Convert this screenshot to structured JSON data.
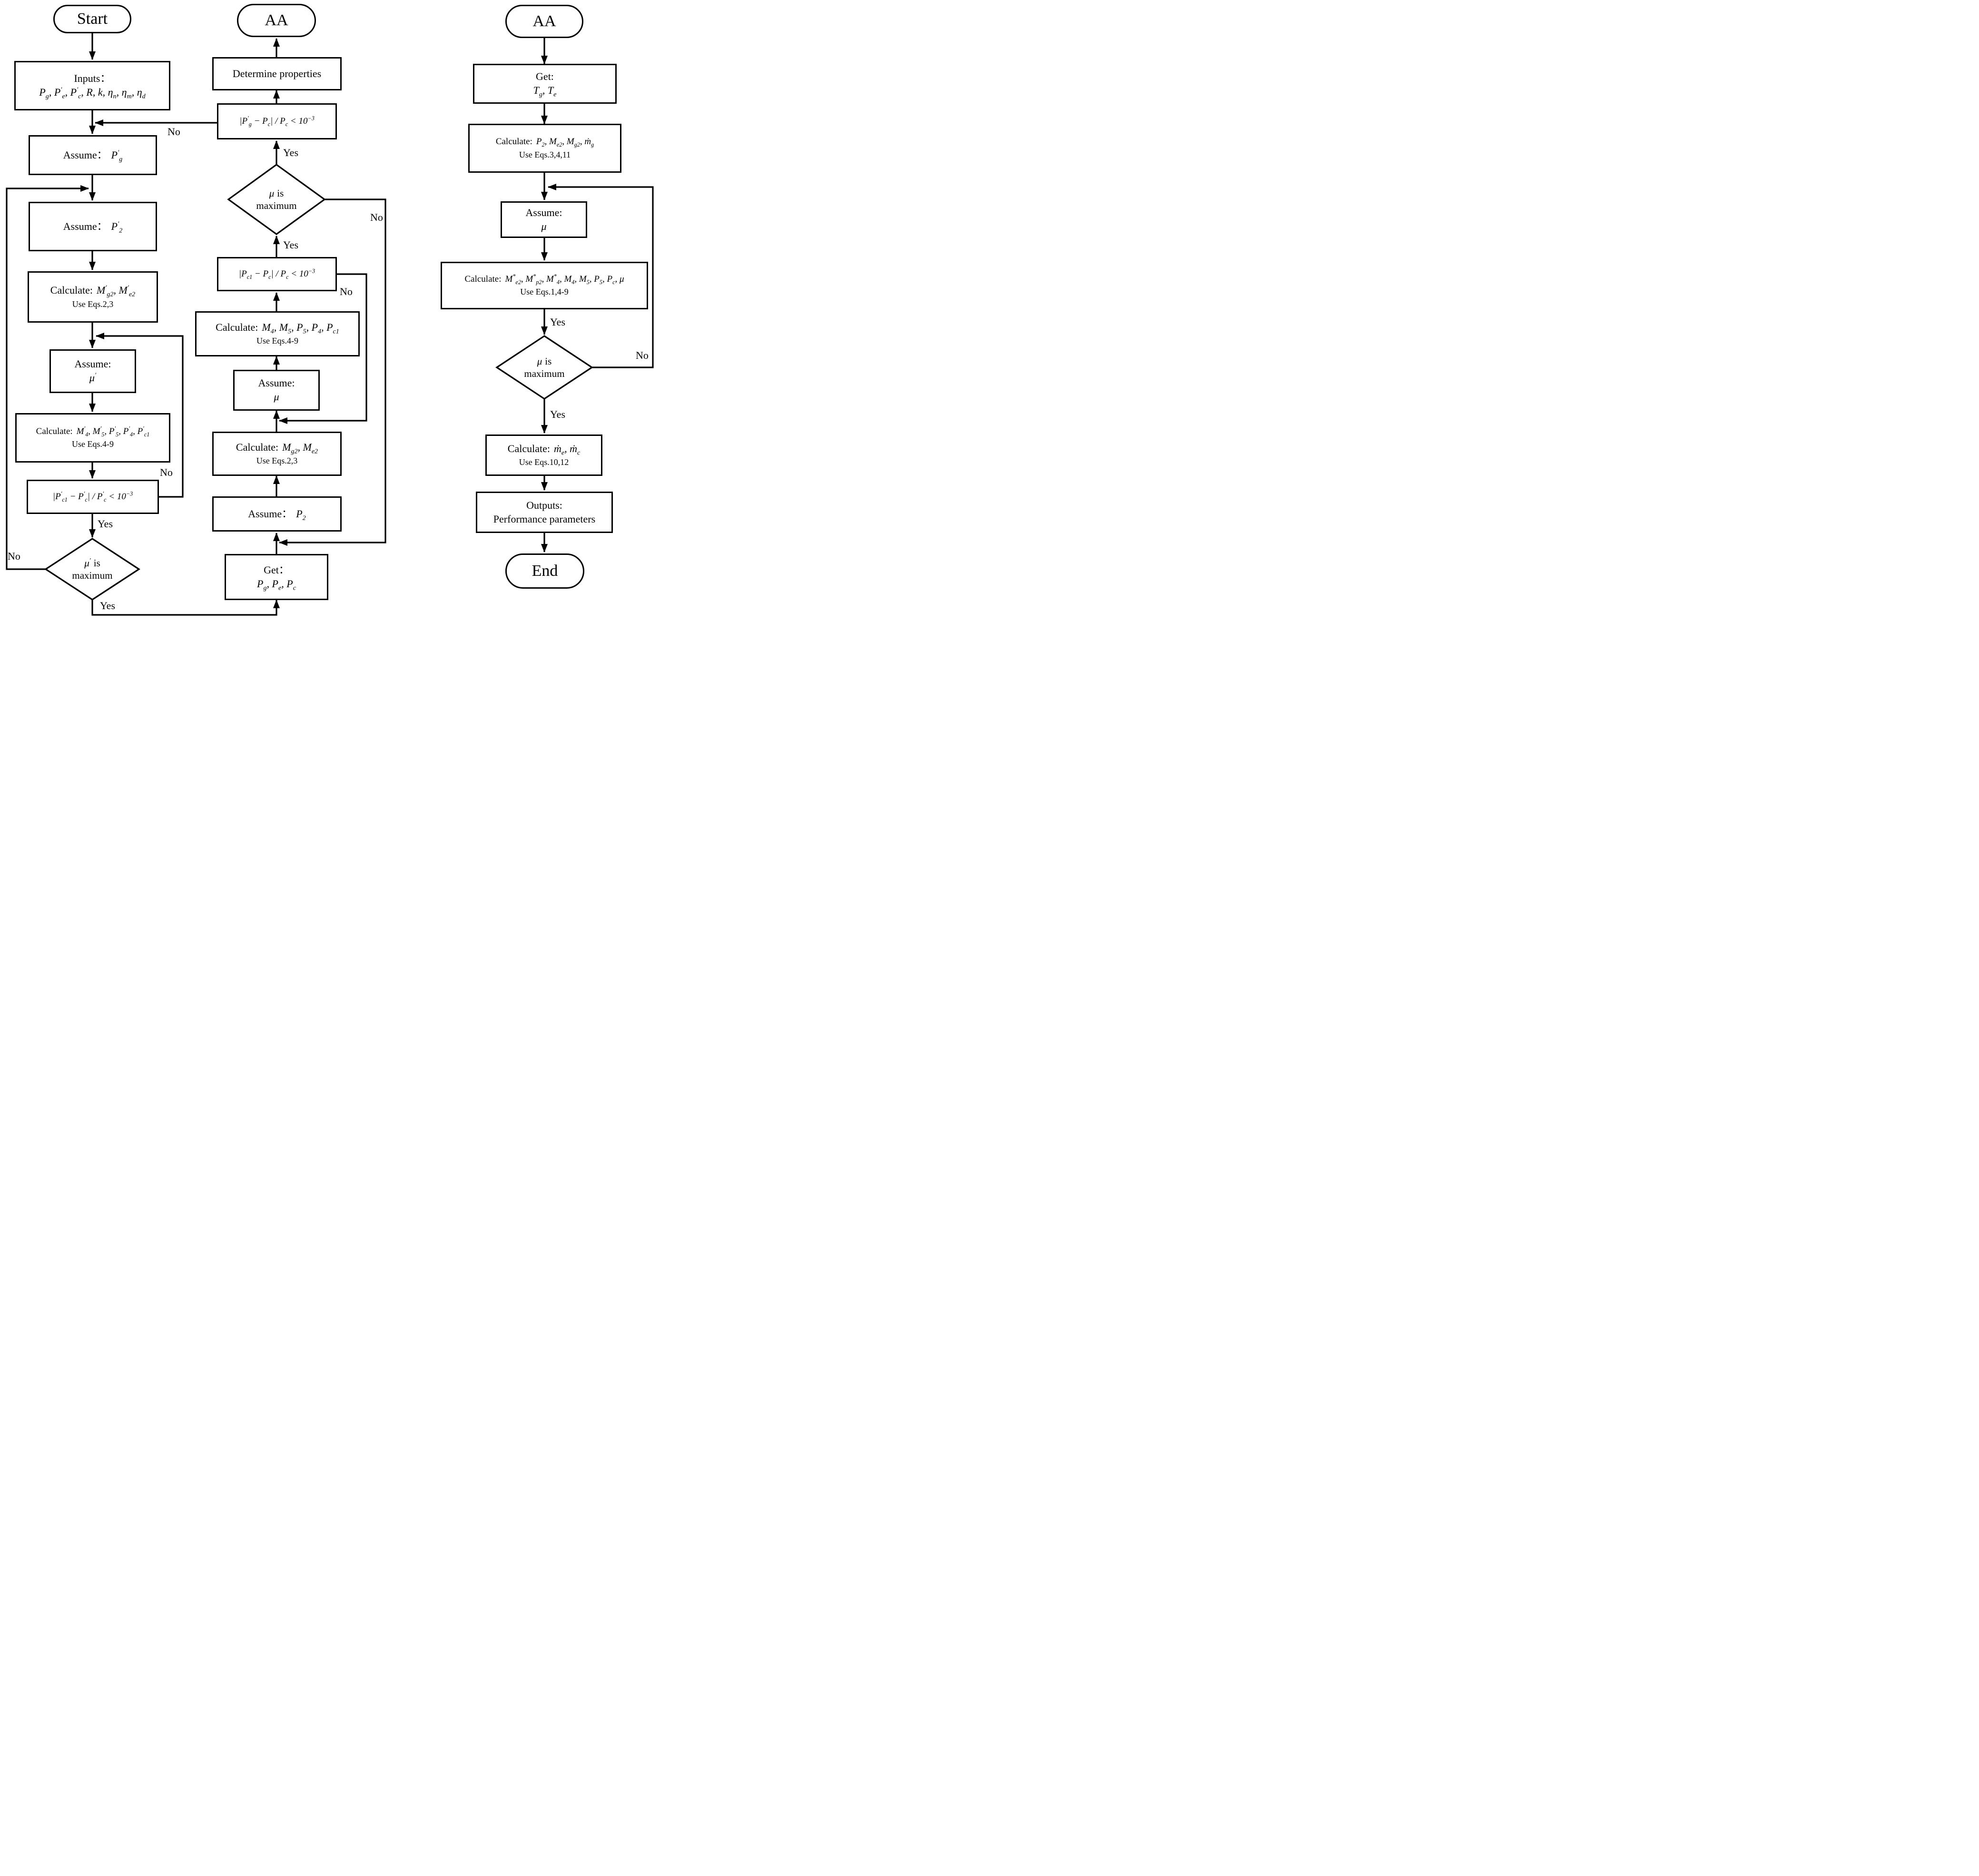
{
  "edge_labels": {
    "yes": "Yes",
    "no": "No"
  },
  "nodes": {
    "start": {
      "text": "Start"
    },
    "inputs": {
      "label": "Inputs：",
      "math": "P_{g}, P^{′}_{e}, P^{′}_{c}, R, k, η_{n}, η_{m}, η_{d}"
    },
    "assume_pg_p": {
      "label": "Assume：",
      "math": "P^{′}_{g}"
    },
    "assume_p2_p": {
      "label": "Assume：",
      "math": "P^{′}_{2}"
    },
    "calc_mg2_p": {
      "label": "Calculate:",
      "math": "M^{′}_{g2}, M^{′}_{e2}",
      "note": "Use Eqs.2,3"
    },
    "assume_mu_p": {
      "label": "Assume:",
      "math": "μ^{′}"
    },
    "calc_m4_p": {
      "label": "Calculate:",
      "math": "M^{′}_{4}, M^{′}_{5}, P^{′}_{5}, P^{′}_{4}, P^{′}_{c1}",
      "note": "Use Eqs.4-9"
    },
    "cond_pc1_p": {
      "math": "|P^{′}_{c1} − P^{′}_{c}| / P^{′}_{c} < 10^{−3}"
    },
    "diamond_mu_p": {
      "mu": "μ^{′}",
      "is": "is",
      "line2": "maximum"
    },
    "aa_mid": {
      "text": "AA"
    },
    "determine": {
      "label": "Determine properties"
    },
    "cond_pg": {
      "math": "|P^{′}_{g} − P_{c}| / P_{c} < 10^{−3}"
    },
    "diamond_mu_mid": {
      "mu": "μ",
      "is": "is",
      "line2": "maximum"
    },
    "cond_pc1": {
      "math": "|P_{c1} − P_{c}| / P_{c} < 10^{−3}"
    },
    "calc_m4_mid": {
      "label": "Calculate:",
      "math": "M_{4}, M_{5}, P_{5}, P_{4}, P_{c1}",
      "note": "Use Eqs.4-9"
    },
    "assume_mu_mid": {
      "label": "Assume:",
      "math": "μ"
    },
    "calc_mg2_mid": {
      "label": "Calculate:",
      "math": "M_{g2}, M_{e2}",
      "note": "Use Eqs.2,3"
    },
    "assume_p2_mid": {
      "label": "Assume：",
      "math": "P_{2}"
    },
    "get_mid": {
      "label": "Get：",
      "math": "P_{g}, P_{e}, P_{c}"
    },
    "aa_right": {
      "text": "AA"
    },
    "get_right": {
      "label": "Get:",
      "math": "T_{g}, T_{e}"
    },
    "calc_p2_right": {
      "label": "Calculate:",
      "math": "P_{2}, M_{e2}, M_{g2}, ṁ_{g}",
      "note": "Use Eqs.3,4,11"
    },
    "assume_mu_right": {
      "label": "Assume:",
      "math": "μ"
    },
    "calc_star_right": {
      "label": "Calculate:",
      "math": "M^{*}_{e2}, M^{*}_{p2}, M^{*}_{4}, M_{4}, M_{5}, P_{5}, P_{c}, μ",
      "note": "Use Eqs.1,4-9"
    },
    "diamond_mu_right": {
      "mu": "μ",
      "is": "is",
      "line2": "maximum"
    },
    "calc_mdot_right": {
      "label": "Calculate:",
      "math": "ṁ_{e}, ṁ_{c}",
      "note": "Use Eqs.10,12"
    },
    "outputs": {
      "label": "Outputs:",
      "line2": "Performance parameters"
    },
    "end": {
      "text": "End"
    }
  }
}
